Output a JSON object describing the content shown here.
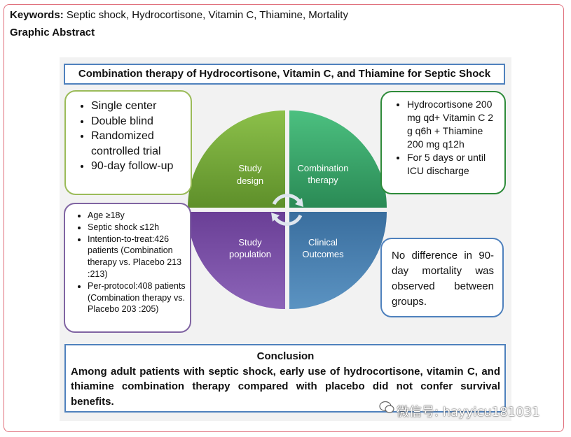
{
  "header": {
    "keywords_label": "Keywords:",
    "keywords_value": "Septic shock, Hydrocortisone, Vitamin C, Thiamine, Mortality",
    "graphic_abstract": "Graphic Abstract"
  },
  "title": "Combination therapy of Hydrocortisone, Vitamin C, and Thiamine for Septic Shock",
  "quadrants": {
    "study_design": [
      "Study",
      "design"
    ],
    "combination_therapy": [
      "Combination",
      "therapy"
    ],
    "study_population": [
      "Study",
      "population"
    ],
    "clinical_outcomes": [
      "Clinical",
      "Outcomes"
    ]
  },
  "study_design_items": [
    "Single center",
    "Double blind",
    "Randomized controlled trial",
    "90-day follow-up"
  ],
  "therapy_items": [
    "Hydrocortisone 200 mg qd+ Vitamin C 2 g q6h + Thiamine 200 mg q12h",
    "For 5 days or until ICU discharge"
  ],
  "population_items": [
    "Age ≥18y",
    "Septic shock ≤12h",
    "Intention-to-treat:426 patients (Combination therapy vs. Placebo 213 :213)",
    "Per-protocol:408 patients (Combination therapy vs. Placebo 203 :205)"
  ],
  "outcome_text": "No difference in 90-day mortality was observed between groups.",
  "conclusion": {
    "heading": "Conclusion",
    "body": "Among adult patients with septic shock, early use of hydrocortisone, vitamin C, and thiamine combination therapy compared with placebo did not confer survival benefits."
  },
  "watermark": "微信号: hayyicu181031",
  "colors": {
    "study_design": "#77a83a",
    "combination_therapy": "#3aa86a",
    "study_population": "#7b4fa6",
    "clinical_outcomes": "#3f79aa",
    "outer_border": "#e0707c",
    "title_border": "#4f81bd"
  }
}
